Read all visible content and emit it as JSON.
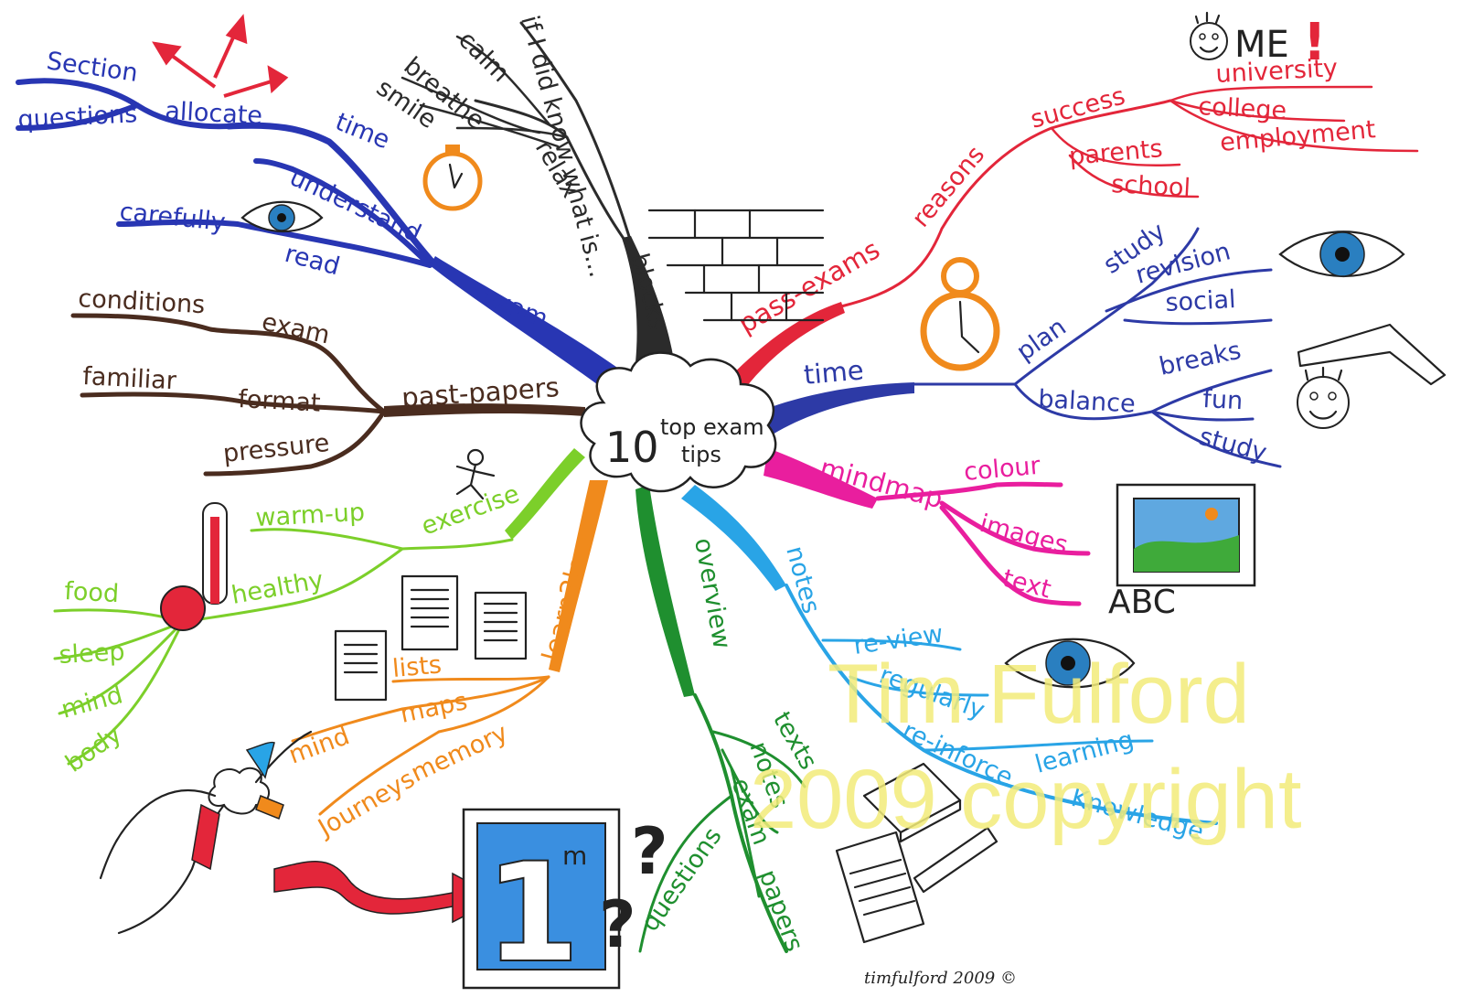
{
  "colors": {
    "blue": "#2836b3",
    "black": "#2b2b2b",
    "brown": "#4a2c1f",
    "green_light": "#7ccf2a",
    "orange": "#f08a1c",
    "green": "#1f8f2f",
    "cyan": "#29a4e6",
    "magenta": "#e91e9e",
    "navy": "#2d3aa6",
    "red": "#e3263a",
    "watermark": "#f3ec7a"
  },
  "center": {
    "number": "10",
    "line1": "top exam",
    "line2": "tips"
  },
  "branches": {
    "blocks": "blocks",
    "relax": "relax",
    "calm": "calm",
    "breathe": "breathe",
    "smile": "smile",
    "ifididknow": "if I did know what is...",
    "exam_blue": "exam",
    "time_blue": "time",
    "allocate": "allocate",
    "section": "Section",
    "questions_blue": "questions",
    "understand": "understand",
    "carefully": "carefully",
    "read": "read",
    "past_papers": "past-papers",
    "exam_brown": "exam",
    "conditions": "conditions",
    "format": "format",
    "familiar": "familiar",
    "pressure": "pressure",
    "exercise": "exercise",
    "warm_up": "warm-up",
    "healthy": "healthy",
    "food": "food",
    "sleep": "sleep",
    "mind_green": "mind",
    "body": "body",
    "learn2learn": "learn2learn",
    "lists": "lists",
    "maps": "maps",
    "mind_orange": "mind",
    "memory": "memory",
    "journeys": "Journeys",
    "overview": "overview",
    "texts": "texts",
    "notes_green": "notes",
    "exam_green": "exam",
    "questions_green": "questions",
    "papers": "papers",
    "notes_cyan": "notes",
    "review": "re-view",
    "regularly": "regularly",
    "reinforce": "re-inforce",
    "learning": "learning",
    "knowledge": "Knowledge",
    "mindmap": "mindmap",
    "colour": "colour",
    "images": "images",
    "text": "text",
    "time_navy": "time",
    "plan": "plan",
    "study_top": "study",
    "revision": "revision",
    "social": "social",
    "balance": "balance",
    "breaks": "breaks",
    "fun": "fun",
    "study_bottom": "study",
    "pass_exams": "pass-exams",
    "reasons": "reasons",
    "success": "success",
    "university": "university",
    "college": "college",
    "employment": "employment",
    "parents": "parents",
    "school": "school"
  },
  "drawings": {
    "me_label": "ME",
    "exclaim": "!",
    "abc": "ABC",
    "minute_box": "1",
    "minute_sup": "m",
    "question_mark": "?"
  },
  "watermark": {
    "line1": "Tim Fulford",
    "line2": "2009 copyright"
  },
  "signature": "timfulford 2009 ©"
}
